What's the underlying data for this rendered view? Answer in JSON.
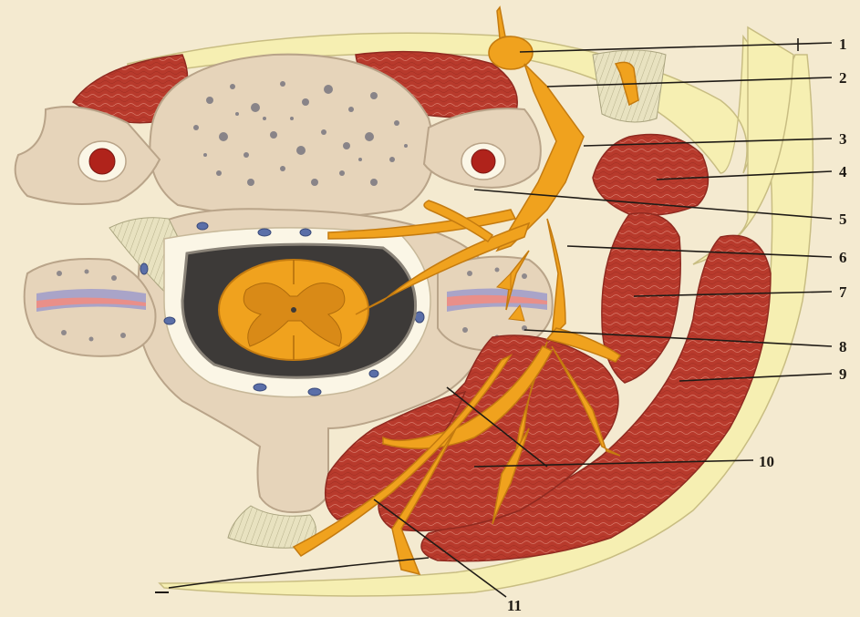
{
  "figure": {
    "labels": [
      {
        "id": 1,
        "text": "1"
      },
      {
        "id": 2,
        "text": "2"
      },
      {
        "id": 3,
        "text": "3"
      },
      {
        "id": 4,
        "text": "4"
      },
      {
        "id": 5,
        "text": "5"
      },
      {
        "id": 6,
        "text": "6"
      },
      {
        "id": 7,
        "text": "7"
      },
      {
        "id": 8,
        "text": "8"
      },
      {
        "id": 9,
        "text": "9"
      },
      {
        "id": 10,
        "text": "10"
      },
      {
        "id": 11,
        "text": "11"
      }
    ],
    "colors": {
      "background": "#f4ead0",
      "bone": "#e6d4ba",
      "bone_outline": "#b9a489",
      "muscle": "#b83a2c",
      "muscle_dark": "#8f2a20",
      "nerve": "#f0a21e",
      "fascia": "#f6efb2",
      "canal": "#3d3a38",
      "fat": "#fbf6e6",
      "disc_pink": "#e98f89",
      "disc_violet": "#a9a4c8",
      "artery": "#b0231b",
      "vein": "#5b6fa8",
      "leader": "#1f1b16"
    }
  }
}
